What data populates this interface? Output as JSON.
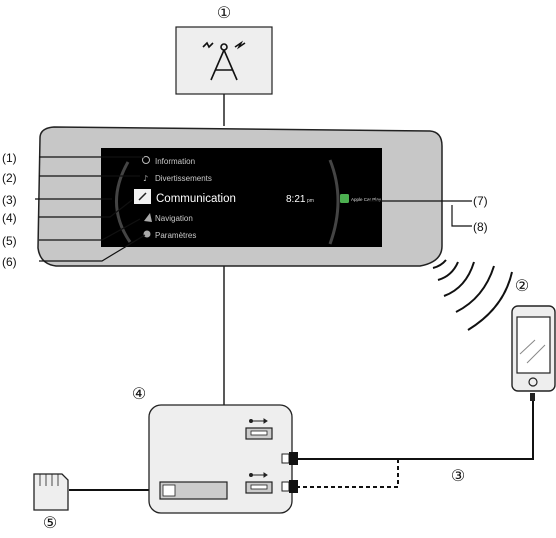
{
  "callouts": {
    "c1": "①",
    "c2": "②",
    "c3": "③",
    "c4": "④",
    "c5": "⑤"
  },
  "markers": {
    "m1": "(1)",
    "m2": "(2)",
    "m3": "(3)",
    "m4": "(4)",
    "m5": "(5)",
    "m6": "(6)",
    "m7": "(7)",
    "m8": "(8)"
  },
  "screen": {
    "menu": {
      "information": "Information",
      "divertissements": "Divertissements",
      "communication": "Communication",
      "navigation": "Navigation",
      "parametres": "Paramètres"
    },
    "time": "8:21",
    "ampm": "pm",
    "carplay_label": "Apple Car Play"
  },
  "colors": {
    "display_bezel": "#c7c7c7",
    "screen_bg": "#000000",
    "menu_text": "#c9c9c9",
    "carplay_icon": "#4caf50",
    "hub_box": "#eeeeee"
  }
}
